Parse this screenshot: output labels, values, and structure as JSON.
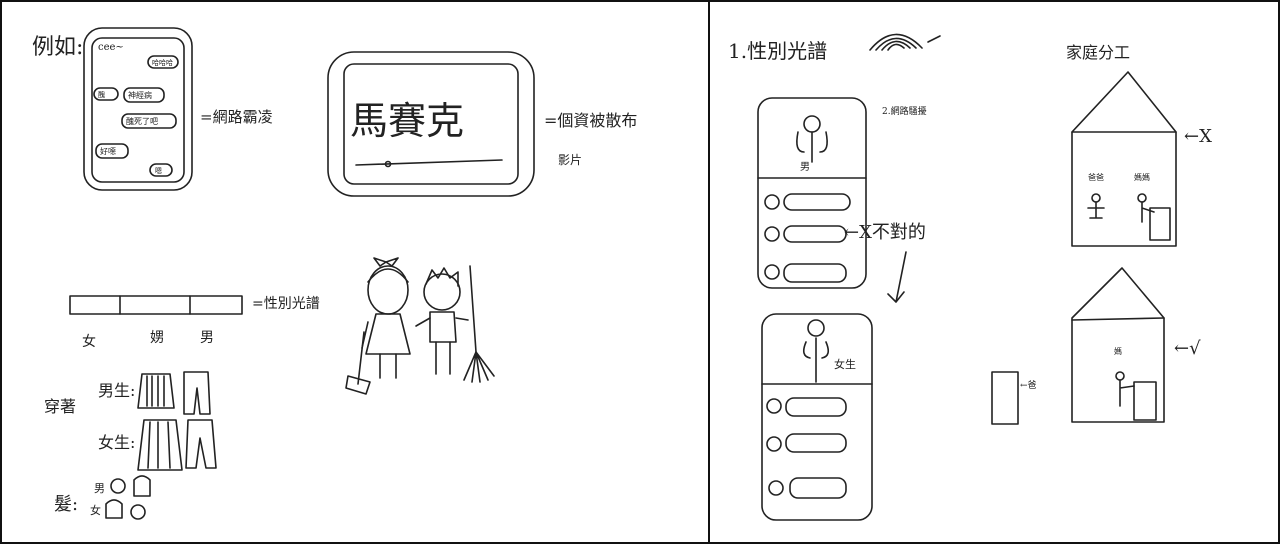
{
  "left": {
    "example_label": "例如:",
    "phone": {
      "top_text": "cee~",
      "bubbles": [
        "哈哈哈",
        "醜",
        "神經病",
        "醜死了吧",
        "好噁",
        "嗯"
      ]
    },
    "cyberbullying_label": "=網路霸凌",
    "tv_name": "馬賽克",
    "privacy_label": "=個資被散布",
    "video_label": "影片",
    "spectrum_label": "=性別光譜",
    "spectrum_ticks": [
      "女",
      "娚",
      "男"
    ],
    "clothing_label": "穿著",
    "male_label": "男生:",
    "female_label": "女生:",
    "hair_label": "髮:",
    "hair_male": "男",
    "hair_female": "女"
  },
  "right": {
    "title": "1.性別光譜",
    "housework_title": "家庭分工",
    "note_2": "2.網路騷擾",
    "wrong_mark": "←X",
    "correct_mark": "←√",
    "male_tag": "男",
    "girl_tag": "女生",
    "wrong_label": "←X不對的",
    "dad": "爸爸",
    "mom": "媽媽",
    "mom2": "媽",
    "dad2": "←爸"
  }
}
